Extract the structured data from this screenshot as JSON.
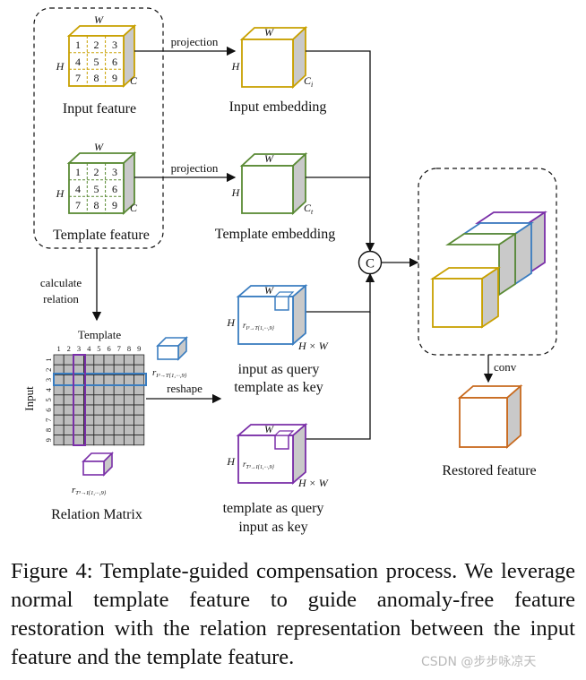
{
  "diagram": {
    "input_feature": {
      "label": "Input feature",
      "grid": [
        "1",
        "2",
        "3",
        "4",
        "5",
        "6",
        "7",
        "8",
        "9"
      ],
      "w": "W",
      "h": "H",
      "c": "C"
    },
    "template_feature": {
      "label": "Template feature",
      "grid": [
        "1",
        "2",
        "3",
        "4",
        "5",
        "6",
        "7",
        "8",
        "9"
      ],
      "w": "W",
      "h": "H",
      "c": "C"
    },
    "projection_top": "projection",
    "projection_bottom": "projection",
    "input_embedding": {
      "label": "Input embedding",
      "w": "W",
      "h": "H",
      "c": "C",
      "c_sub": "i"
    },
    "template_embedding": {
      "label": "Template embedding",
      "w": "W",
      "h": "H",
      "c": "C",
      "c_sub": "t"
    },
    "concat_symbol": "C",
    "calculate_relation": [
      "calculate",
      "relation"
    ],
    "relation_matrix": {
      "label": "Relation Matrix",
      "top_label": "Template",
      "left_label": "Input",
      "col_ticks": [
        "1",
        "2",
        "3",
        "4",
        "5",
        "6",
        "7",
        "8",
        "9"
      ],
      "row_ticks": [
        "1",
        "2",
        "3",
        "4",
        "5",
        "6",
        "7",
        "8",
        "9"
      ]
    },
    "reshape": "reshape",
    "r_i_label": "r",
    "r_i_sub": "I³→T{1,···,9}",
    "r_t_label": "r",
    "r_t_sub": "T³→I{1,···,9}",
    "query_block_1": {
      "w": "W",
      "h": "H",
      "hxw": "H × W",
      "label": [
        "input as query",
        "template as key"
      ]
    },
    "query_block_2": {
      "w": "W",
      "h": "H",
      "hxw": "H × W",
      "label": [
        "template as query",
        "input as key"
      ]
    },
    "conv": "conv",
    "restored_feature": "Restored feature"
  },
  "caption": "Figure 4: Template-guided compensation process. We leverage normal template feature to guide anomaly-free feature restoration with the relation representation between the input feature and the template feature.",
  "watermark": "CSDN @步步咏凉天",
  "colors": {
    "input_yellow": "#c8a000",
    "template_green": "#5a8a35",
    "query_blue": "#3a7dc0",
    "query_purple": "#7a2fa8",
    "restored_orange": "#c86a1e",
    "side_gray": "#c9c9c9",
    "grid_gray": "#bdbdbd"
  }
}
